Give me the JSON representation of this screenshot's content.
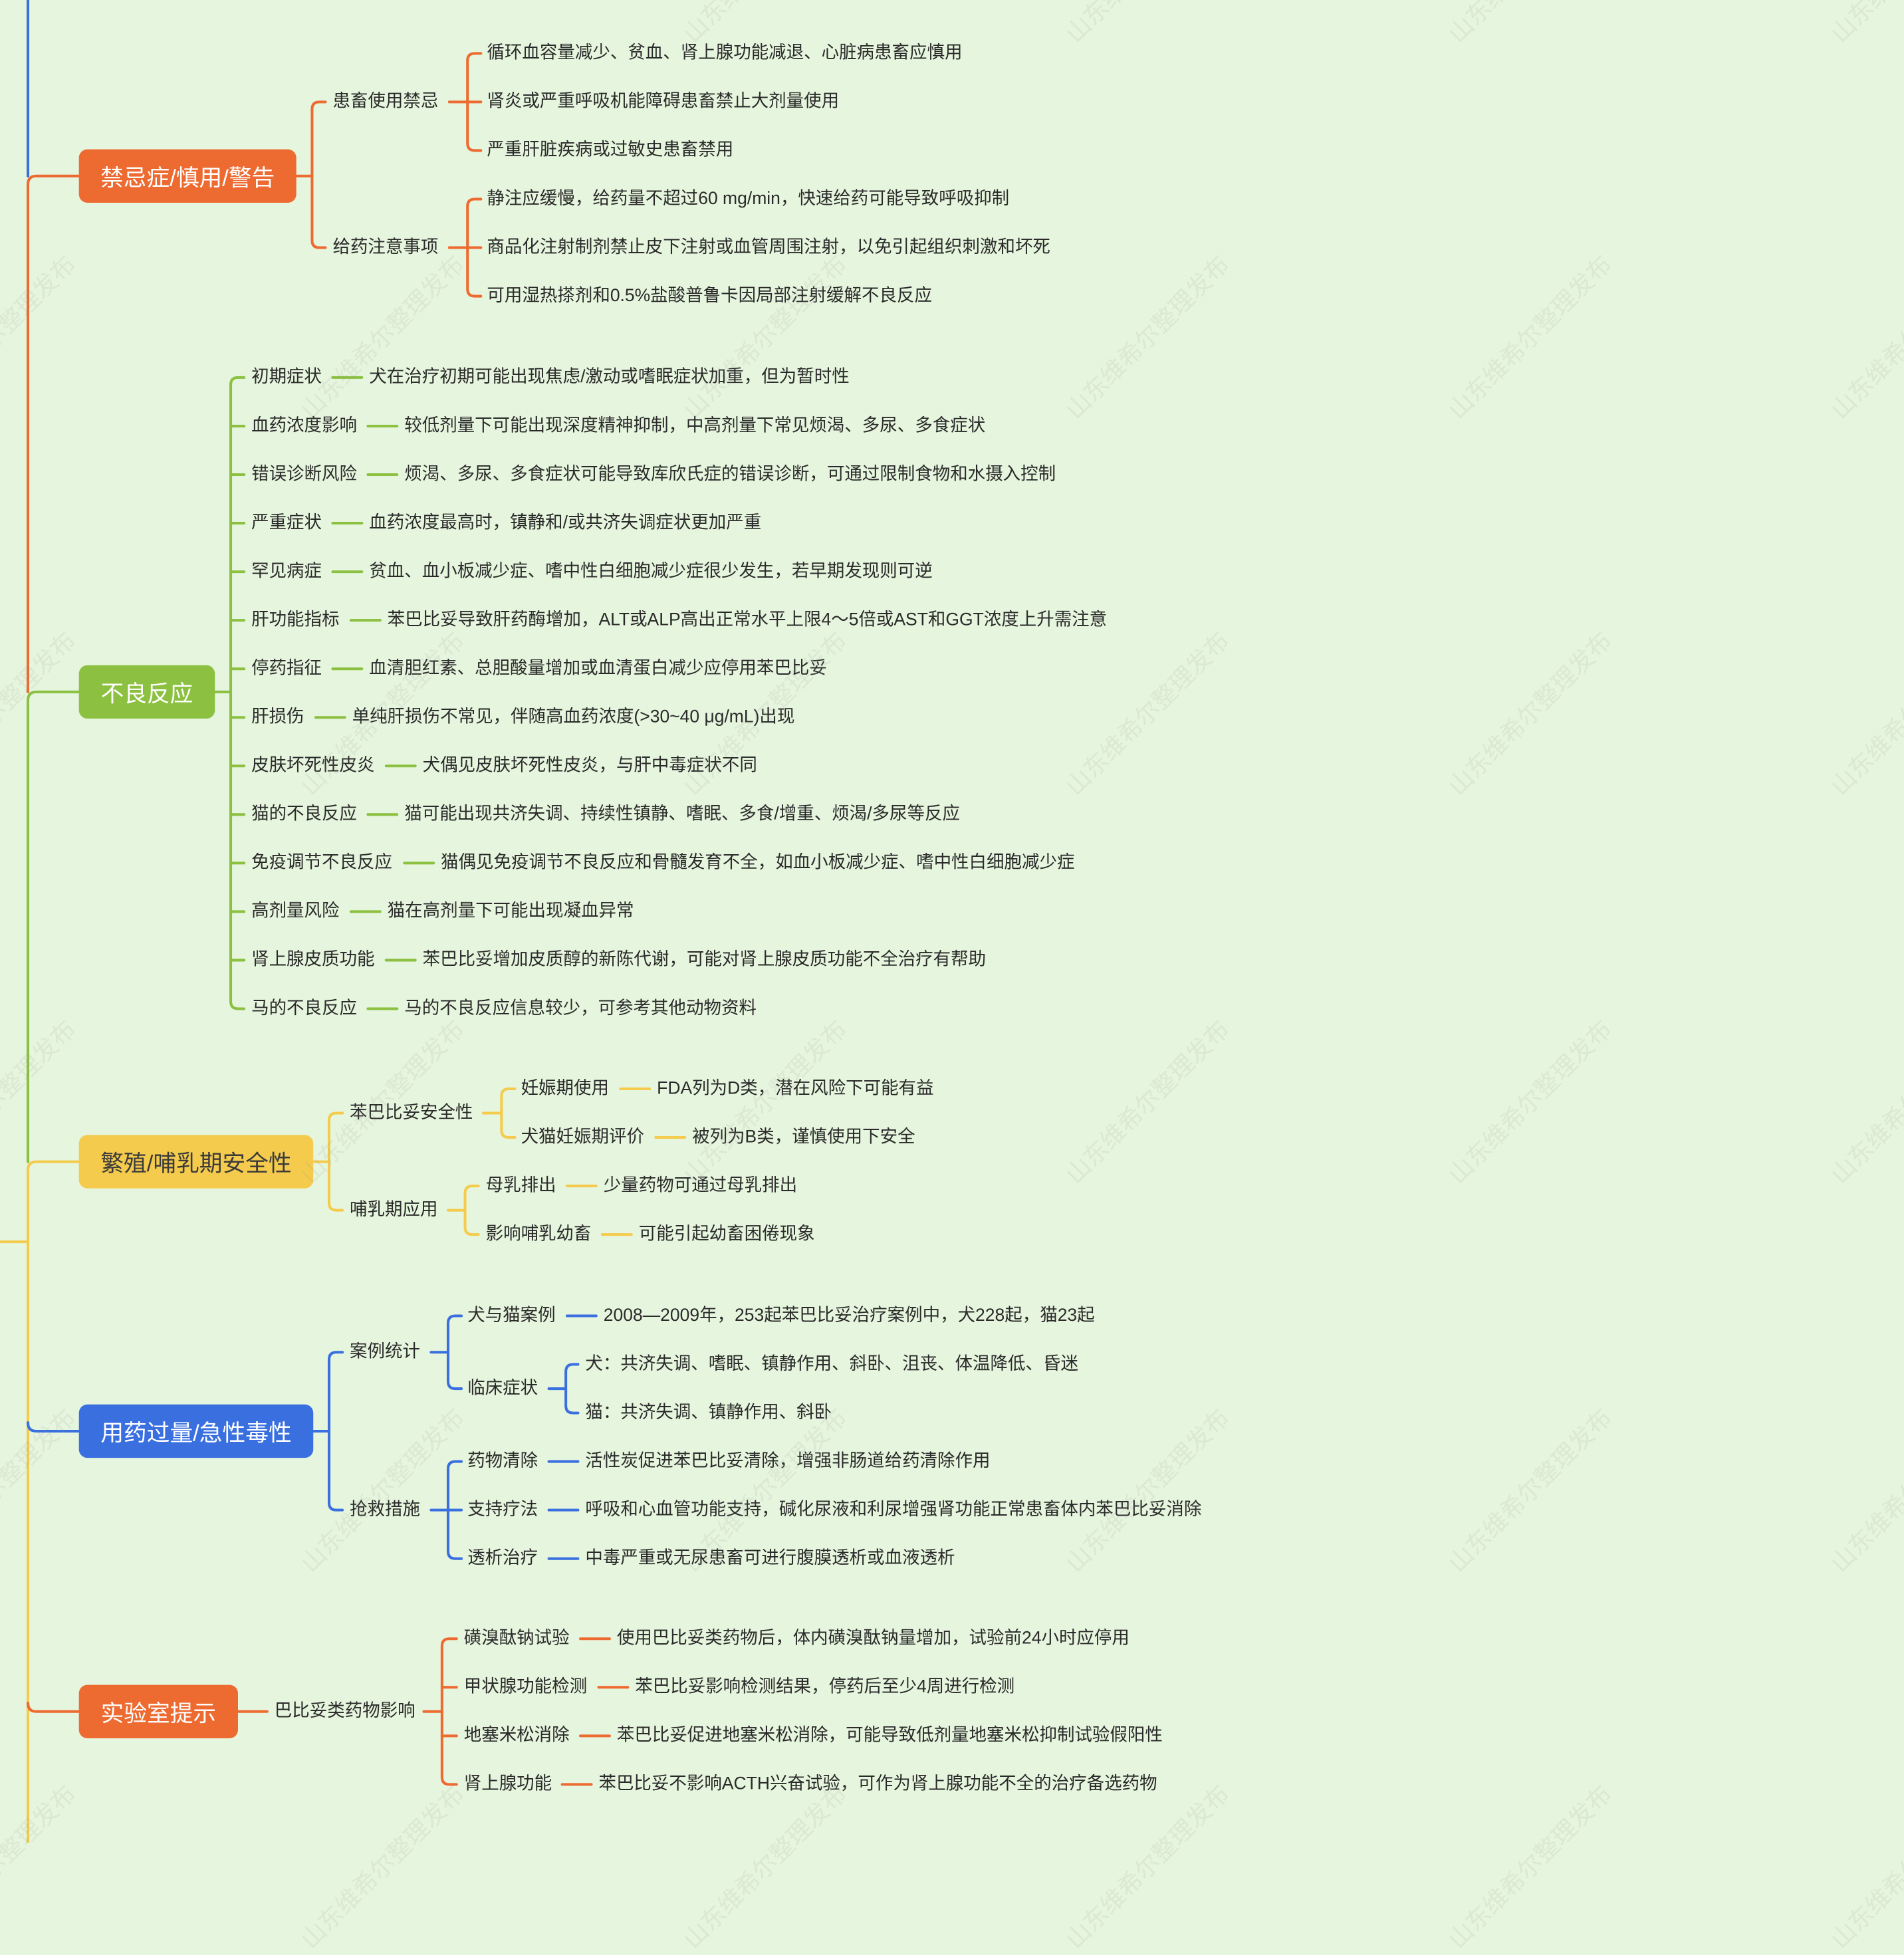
{
  "watermark": "山东维希尔整理发布",
  "colors": {
    "orange": "#ed6a30",
    "green": "#8bc040",
    "yellow": "#f4cb4d",
    "blue": "#3a6fe0",
    "badge_yellow_text": "#3a3a3a"
  },
  "branches": [
    {
      "title": "禁忌症/慎用/警告",
      "color": "orange",
      "groups": [
        {
          "label": "患畜使用禁忌",
          "items": [
            "循环血容量减少、贫血、肾上腺功能减退、心脏病患畜应慎用",
            "肾炎或严重呼吸机能障碍患畜禁止大剂量使用",
            "严重肝脏疾病或过敏史患畜禁用"
          ]
        },
        {
          "label": "给药注意事项",
          "items": [
            "静注应缓慢，给药量不超过60 mg/min，快速给药可能导致呼吸抑制",
            "商品化注射制剂禁止皮下注射或血管周围注射，以免引起组织刺激和坏死",
            "可用湿热搽剂和0.5%盐酸普鲁卡因局部注射缓解不良反应"
          ]
        }
      ]
    },
    {
      "title": "不良反应",
      "color": "green",
      "pairs": [
        {
          "label": "初期症状",
          "text": "犬在治疗初期可能出现焦虑/激动或嗜眠症状加重，但为暂时性"
        },
        {
          "label": "血药浓度影响",
          "text": "较低剂量下可能出现深度精神抑制，中高剂量下常见烦渴、多尿、多食症状"
        },
        {
          "label": "错误诊断风险",
          "text": "烦渴、多尿、多食症状可能导致库欣氏症的错误诊断，可通过限制食物和水摄入控制"
        },
        {
          "label": "严重症状",
          "text": "血药浓度最高时，镇静和/或共济失调症状更加严重"
        },
        {
          "label": "罕见病症",
          "text": "贫血、血小板减少症、嗜中性白细胞减少症很少发生，若早期发现则可逆"
        },
        {
          "label": "肝功能指标",
          "text": "苯巴比妥导致肝药酶增加，ALT或ALP高出正常水平上限4～5倍或AST和GGT浓度上升需注意"
        },
        {
          "label": "停药指征",
          "text": "血清胆红素、总胆酸量增加或血清蛋白减少应停用苯巴比妥"
        },
        {
          "label": "肝损伤",
          "text": "单纯肝损伤不常见，伴随高血药浓度(>30~40 μg/mL)出现"
        },
        {
          "label": "皮肤坏死性皮炎",
          "text": "犬偶见皮肤坏死性皮炎，与肝中毒症状不同"
        },
        {
          "label": "猫的不良反应",
          "text": "猫可能出现共济失调、持续性镇静、嗜眠、多食/增重、烦渴/多尿等反应"
        },
        {
          "label": "免疫调节不良反应",
          "text": "猫偶见免疫调节不良反应和骨髓发育不全，如血小板减少症、嗜中性白细胞减少症"
        },
        {
          "label": "高剂量风险",
          "text": "猫在高剂量下可能出现凝血异常"
        },
        {
          "label": "肾上腺皮质功能",
          "text": "苯巴比妥增加皮质醇的新陈代谢，可能对肾上腺皮质功能不全治疗有帮助"
        },
        {
          "label": "马的不良反应",
          "text": "马的不良反应信息较少，可参考其他动物资料"
        }
      ]
    },
    {
      "title": "繁殖/哺乳期安全性",
      "color": "yellow",
      "groups": [
        {
          "label": "苯巴比妥安全性",
          "pairs": [
            {
              "label": "妊娠期使用",
              "text": "FDA列为D类，潜在风险下可能有益"
            },
            {
              "label": "犬猫妊娠期评价",
              "text": "被列为B类，谨慎使用下安全"
            }
          ]
        },
        {
          "label": "哺乳期应用",
          "pairs": [
            {
              "label": "母乳排出",
              "text": "少量药物可通过母乳排出"
            },
            {
              "label": "影响哺乳幼畜",
              "text": "可能引起幼畜困倦现象"
            }
          ]
        }
      ]
    },
    {
      "title": "用药过量/急性毒性",
      "color": "blue",
      "groups": [
        {
          "label": "案例统计",
          "subs": [
            {
              "label": "犬与猫案例",
              "text": "2008—2009年，253起苯巴比妥治疗案例中，犬228起，猫23起"
            },
            {
              "label": "临床症状",
              "items": [
                "犬：共济失调、嗜眠、镇静作用、斜卧、沮丧、体温降低、昏迷",
                "猫：共济失调、镇静作用、斜卧"
              ]
            }
          ]
        },
        {
          "label": "抢救措施",
          "pairs": [
            {
              "label": "药物清除",
              "text": "活性炭促进苯巴比妥清除，增强非肠道给药清除作用"
            },
            {
              "label": "支持疗法",
              "text": "呼吸和心血管功能支持，碱化尿液和利尿增强肾功能正常患畜体内苯巴比妥消除"
            },
            {
              "label": "透析治疗",
              "text": "中毒严重或无尿患畜可进行腹膜透析或血液透析"
            }
          ]
        }
      ]
    },
    {
      "title": "实验室提示",
      "color": "orange",
      "groups": [
        {
          "label": "巴比妥类药物影响",
          "pairs": [
            {
              "label": "磺溴酞钠试验",
              "text": "使用巴比妥类药物后，体内磺溴酞钠量增加，试验前24小时应停用"
            },
            {
              "label": "甲状腺功能检测",
              "text": "苯巴比妥影响检测结果，停药后至少4周进行检测"
            },
            {
              "label": "地塞米松消除",
              "text": "苯巴比妥促进地塞米松消除，可能导致低剂量地塞米松抑制试验假阳性"
            },
            {
              "label": "肾上腺功能",
              "text": "苯巴比妥不影响ACTH兴奋试验，可作为肾上腺功能不全的治疗备选药物"
            }
          ]
        }
      ]
    }
  ]
}
